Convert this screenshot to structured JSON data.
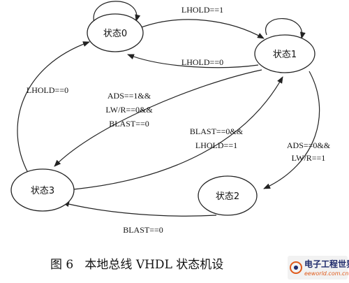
{
  "states": {
    "s0": "状态0",
    "s1": "状态1",
    "s2": "状态2",
    "s3": "状态3"
  },
  "transitions": {
    "s0_to_s1": "LHOLD==1",
    "s1_to_s0": "LHOLD==0",
    "s3_to_s0": "LHOLD==0",
    "s1_to_s3_lines": [
      "ADS==1&&",
      "LW/R==0&&",
      "BLAST==0"
    ],
    "s3_to_s1_lines": [
      "BLAST==0&&",
      "LHOLD==1"
    ],
    "s1_to_s2_lines": [
      "ADS==0&&",
      "LW/R==1"
    ],
    "s2_to_s3": "BLAST==0"
  },
  "caption": "图 6   本地总线 VHDL 状态机设",
  "watermark": {
    "brand": "电子工程世界",
    "site": "eeworld.com.cn"
  }
}
